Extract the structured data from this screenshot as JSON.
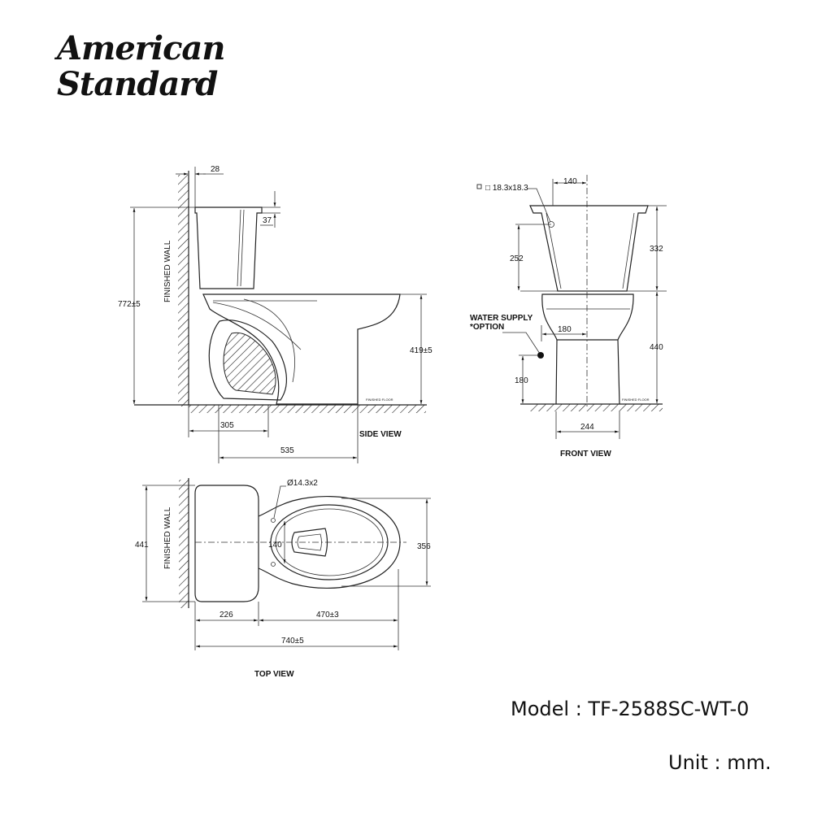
{
  "brand": {
    "line1": "American",
    "line2": "Standard"
  },
  "side_view": {
    "title": "SIDE VIEW",
    "wall_label": "FINISHED WALL",
    "floor_label": "FINISHED FLOOR",
    "dims": {
      "wall_gap": "28",
      "lid": "37",
      "total_height": "772±5",
      "seat_height": "419±5",
      "rough_in": "305",
      "base_depth": "535"
    }
  },
  "front_view": {
    "title": "FRONT VIEW",
    "hole_label": "□ 18.3x18.3",
    "water_supply": [
      "WATER SUPPLY",
      "*OPTION"
    ],
    "floor_label": "FINISHED FLOOR",
    "dims": {
      "hole_offset": "140",
      "tank_height": "332",
      "hole_height": "252",
      "bowl_height": "440",
      "supply_offset": "180",
      "supply_height": "180",
      "base_width": "244"
    }
  },
  "top_view": {
    "title": "TOP VIEW",
    "wall_label": "FINISHED WALL",
    "hole_label": "Ø14.3x2",
    "dims": {
      "tank_width": "441",
      "bowl_width": "356",
      "bolt_spacing": "140",
      "tank_depth": "226",
      "bowl_depth": "470±3",
      "total_depth": "740±5"
    }
  },
  "model": "Model : TF-2588SC-WT-0",
  "unit": "Unit : mm."
}
